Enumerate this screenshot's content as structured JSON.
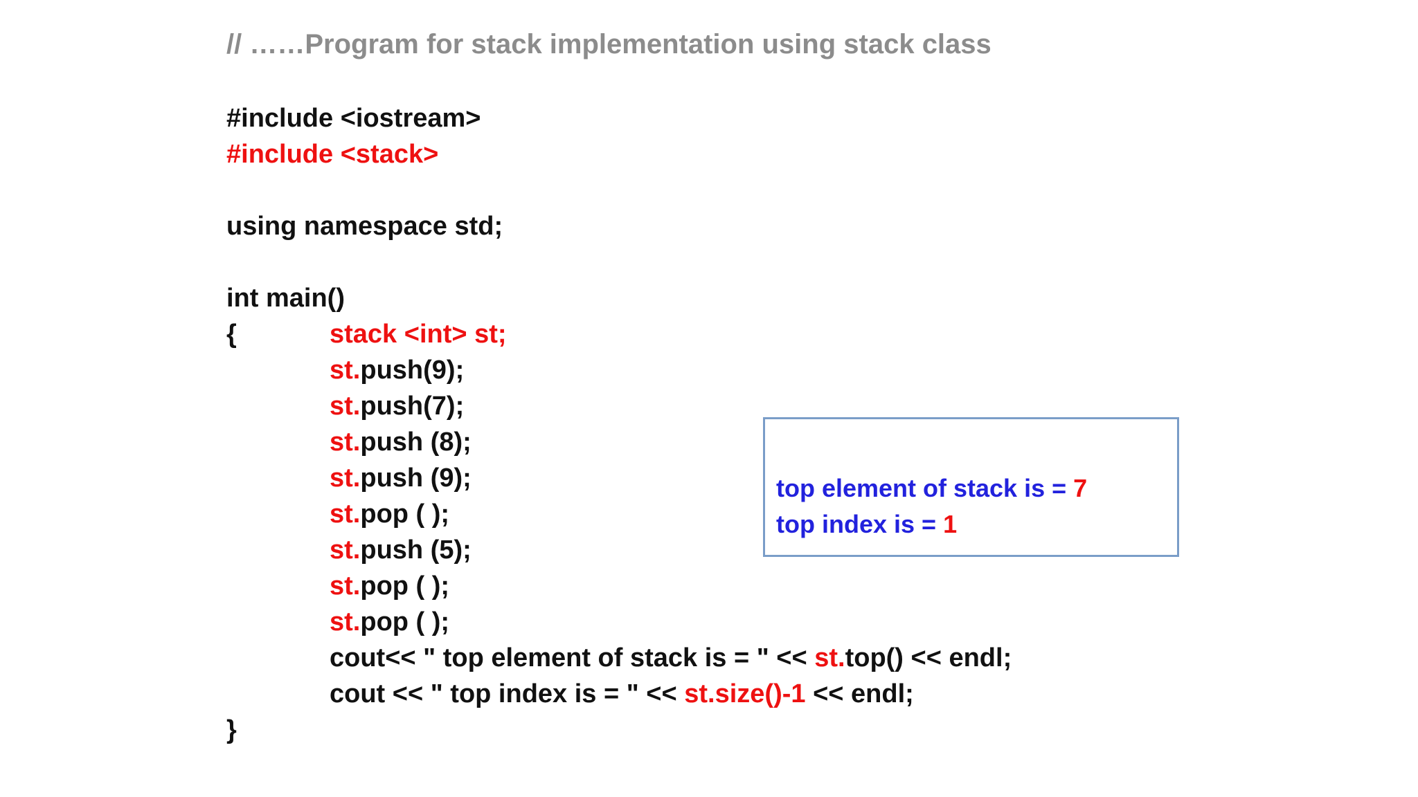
{
  "slide": {
    "title": "// ……Program for stack implementation using stack class"
  },
  "colors": {
    "title_gray": "#8c8c8c",
    "code_black": "#111111",
    "code_red": "#ee1111",
    "output_blue": "#2222dd",
    "box_border": "#7a9dc8"
  },
  "code": {
    "lines": [
      {
        "indent": 0,
        "segments": [
          {
            "t": "#include <iostream>",
            "c": "black"
          }
        ]
      },
      {
        "indent": 0,
        "segments": [
          {
            "t": "#include <stack>",
            "c": "red"
          }
        ]
      },
      {
        "indent": 0,
        "segments": []
      },
      {
        "indent": 0,
        "segments": [
          {
            "t": "using namespace std;",
            "c": "black"
          }
        ]
      },
      {
        "indent": 0,
        "segments": []
      },
      {
        "indent": 0,
        "segments": [
          {
            "t": "int main()",
            "c": "black"
          }
        ]
      },
      {
        "indent": 0,
        "segments": [
          {
            "t": "{",
            "c": "black",
            "w": 149
          },
          {
            "t": "stack <int> st;",
            "c": "red"
          }
        ]
      },
      {
        "indent": 1,
        "segments": [
          {
            "t": "st.",
            "c": "red"
          },
          {
            "t": "push(9);",
            "c": "black"
          }
        ]
      },
      {
        "indent": 1,
        "segments": [
          {
            "t": "st.",
            "c": "red"
          },
          {
            "t": "push(7);",
            "c": "black"
          }
        ]
      },
      {
        "indent": 1,
        "segments": [
          {
            "t": "st.",
            "c": "red"
          },
          {
            "t": "push (8);",
            "c": "black"
          }
        ]
      },
      {
        "indent": 1,
        "segments": [
          {
            "t": "st.",
            "c": "red"
          },
          {
            "t": "push (9);",
            "c": "black"
          }
        ]
      },
      {
        "indent": 1,
        "segments": [
          {
            "t": "st.",
            "c": "red"
          },
          {
            "t": "pop ( );",
            "c": "black"
          }
        ]
      },
      {
        "indent": 1,
        "segments": [
          {
            "t": "st.",
            "c": "red"
          },
          {
            "t": "push (5);",
            "c": "black"
          }
        ]
      },
      {
        "indent": 1,
        "segments": [
          {
            "t": "st.",
            "c": "red"
          },
          {
            "t": "pop ( );",
            "c": "black"
          }
        ]
      },
      {
        "indent": 1,
        "segments": [
          {
            "t": "st.",
            "c": "red"
          },
          {
            "t": "pop ( );",
            "c": "black"
          }
        ]
      },
      {
        "indent": 1,
        "segments": [
          {
            "t": "cout<< \" top element of stack is = \" << ",
            "c": "black"
          },
          {
            "t": "st.",
            "c": "red"
          },
          {
            "t": "top() << endl;",
            "c": "black"
          }
        ]
      },
      {
        "indent": 1,
        "segments": [
          {
            "t": "cout << \" top index is = \" << ",
            "c": "black"
          },
          {
            "t": "st.size()-1",
            "c": "red"
          },
          {
            "t": " << endl;",
            "c": "black"
          }
        ]
      },
      {
        "indent": 0,
        "segments": [
          {
            "t": "}",
            "c": "black"
          }
        ]
      }
    ]
  },
  "output_box": {
    "lines": [
      {
        "segments": [
          {
            "t": "top element of stack is = ",
            "c": "blue"
          },
          {
            "t": "7",
            "c": "red"
          }
        ]
      },
      {
        "segments": [
          {
            "t": "top index is = ",
            "c": "blue"
          },
          {
            "t": "1",
            "c": "red"
          }
        ]
      }
    ]
  }
}
